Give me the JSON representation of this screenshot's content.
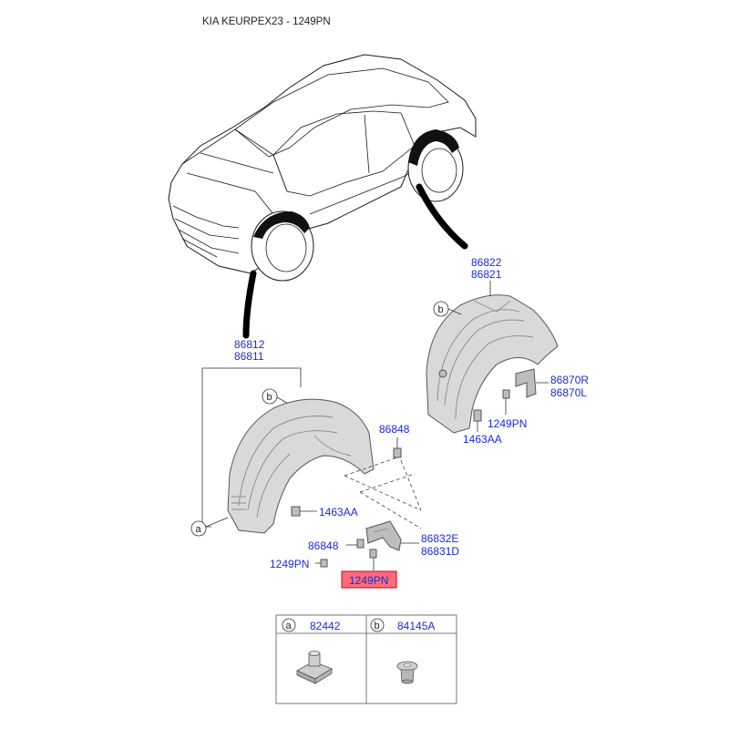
{
  "title": "KIA KEURPEX23 - 1249PN",
  "colors": {
    "part_number": "#1a2bd6",
    "highlight_fill": "#ff6b7a",
    "highlight_border": "#d0001a"
  },
  "callouts": {
    "a": "a",
    "b": "b"
  },
  "parts": {
    "rear_liner_right": "86822",
    "rear_liner_left": "86821",
    "front_liner_right": "86812",
    "front_liner_left": "86811",
    "bracket_r": "86870R",
    "bracket_l": "86870L",
    "screw_rear": "1249PN",
    "bolt_rear": "1463AA",
    "clip_upper": "86848",
    "bolt_front": "1463AA",
    "clip_lower": "86848",
    "guard_e": "86832E",
    "guard_d": "86831D",
    "screw_front": "1249PN",
    "screw_highlighted": "1249PN"
  },
  "legend": [
    {
      "letter": "a",
      "part": "82442",
      "icon": "square-nut-clip-icon"
    },
    {
      "letter": "b",
      "part": "84145A",
      "icon": "push-rivet-clip-icon"
    }
  ]
}
